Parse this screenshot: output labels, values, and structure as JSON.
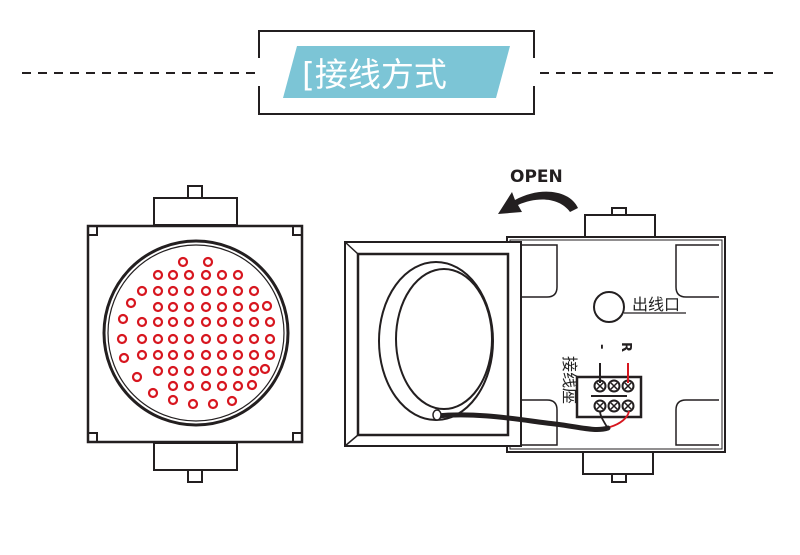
{
  "header": {
    "title": "[接线方式",
    "accent_color": "#7cc5d6"
  },
  "front_view": {
    "name": "LED traffic light front face",
    "led_color": "#d7161f",
    "led_count": 76
  },
  "back_view": {
    "open_label": "OPEN",
    "outlet_label": "出线口",
    "terminal_label": "接线座",
    "terminal_pins": [
      "-",
      "R"
    ],
    "red_wire_color": "#d7161f",
    "black_wire_color": "#231f20"
  }
}
